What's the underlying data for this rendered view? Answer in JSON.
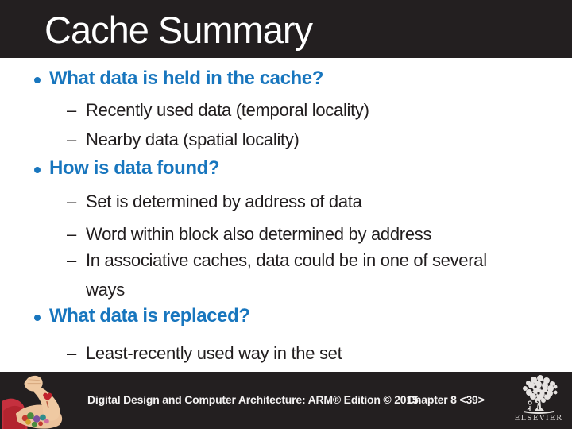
{
  "slide": {
    "title": "Cache Summary",
    "sections": [
      {
        "heading": "What data is held in the cache?",
        "subs": [
          "Recently used data (temporal locality)",
          "Nearby data (spatial locality)"
        ]
      },
      {
        "heading": "How is data found?",
        "subs": [
          "Set is determined by address of data",
          "Word within block also determined by address",
          "In associative caches, data could be in one of several\nways"
        ]
      },
      {
        "heading": "What data is replaced?",
        "subs": [
          "Least-recently used way in the set"
        ]
      }
    ],
    "dash_char": "–",
    "footer": {
      "book_credit": "Digital Design and Computer Architecture: ARM® Edition © 2015",
      "page_label": "Chapter 8 <39>"
    },
    "publisher_logo_text": "ELSEVIER",
    "colors": {
      "heading_blue": "#1876BE",
      "bar_dark": "#231F20",
      "body_text": "#211D1E",
      "title_text": "#FFFFFF"
    }
  }
}
